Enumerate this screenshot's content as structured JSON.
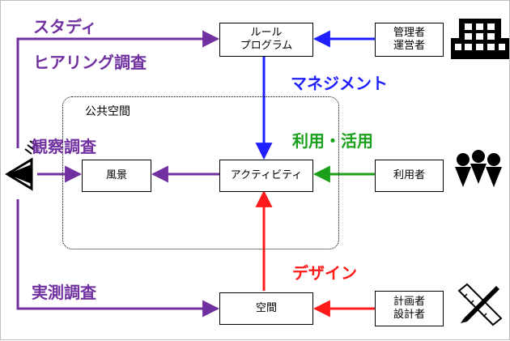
{
  "colors": {
    "purple": "#7030a0",
    "blue": "#1f1fff",
    "green": "#1aa01a",
    "red": "#ff1a1a"
  },
  "boxes": {
    "rules": [
      "ルール",
      "プログラム"
    ],
    "admin": [
      "管理者",
      "運営者"
    ],
    "landscape": "風景",
    "activity": "アクティビティ",
    "user": "利用者",
    "space": "空間",
    "planner": [
      "計画者",
      "設計者"
    ]
  },
  "area_label": "公共空間",
  "labels": {
    "study": "スタディ",
    "hearing": "ヒアリング調査",
    "observation": "観察調査",
    "measurement": "実測調査",
    "management": "マネジメント",
    "use": "利用・活用",
    "design": "デザイン"
  },
  "icons": [
    "building-icon",
    "people-icon",
    "eye-icon",
    "pencil-ruler-icon"
  ]
}
